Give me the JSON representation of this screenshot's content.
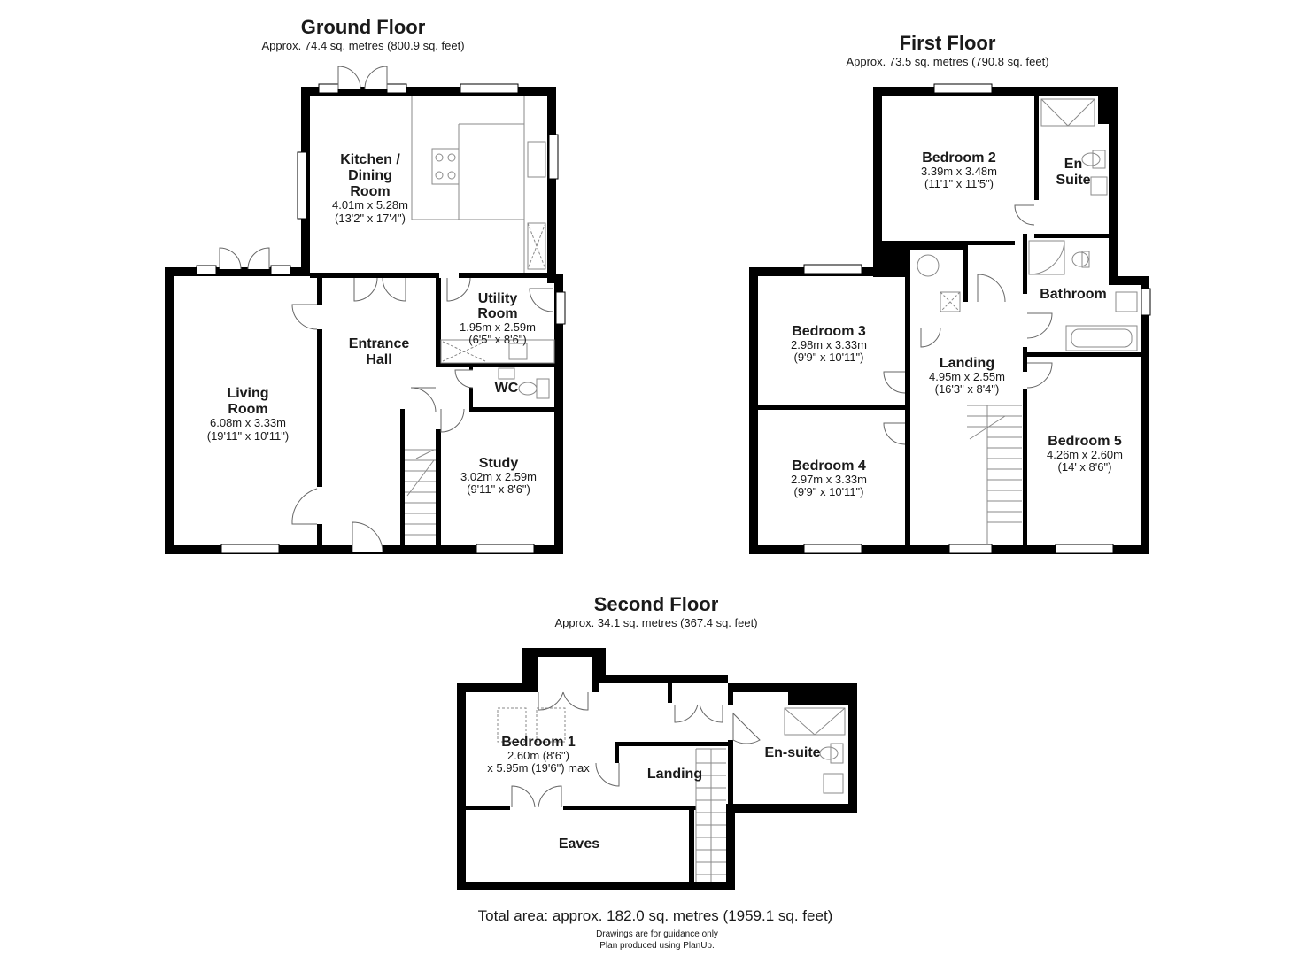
{
  "floors": {
    "ground": {
      "title": "Ground Floor",
      "area": "Approx. 74.4 sq. metres (800.9 sq. feet)",
      "rooms": {
        "kitchen": {
          "name1": "Kitchen /",
          "name2": "Dining",
          "name3": "Room",
          "dim": "4.01m x 5.28m",
          "imp": "(13'2\" x 17'4\")"
        },
        "living": {
          "name1": "Living",
          "name2": "Room",
          "dim": "6.08m x 3.33m",
          "imp": "(19'11\" x 10'11\")"
        },
        "entrance": {
          "name1": "Entrance",
          "name2": "Hall"
        },
        "utility": {
          "name1": "Utility",
          "name2": "Room",
          "dim": "1.95m x 2.59m",
          "imp": "(6'5\" x 8'6\")"
        },
        "wc": {
          "name": "WC"
        },
        "study": {
          "name": "Study",
          "dim": "3.02m x 2.59m",
          "imp": "(9'11\" x 8'6\")"
        }
      }
    },
    "first": {
      "title": "First Floor",
      "area": "Approx. 73.5 sq. metres (790.8 sq. feet)",
      "rooms": {
        "bed2": {
          "name": "Bedroom 2",
          "dim": "3.39m x 3.48m",
          "imp": "(11'1\" x 11'5\")"
        },
        "ensuite": {
          "name1": "En",
          "name2": "Suite"
        },
        "bathroom": {
          "name": "Bathroom"
        },
        "bed3": {
          "name": "Bedroom 3",
          "dim": "2.98m x 3.33m",
          "imp": "(9'9\" x 10'11\")"
        },
        "landing": {
          "name": "Landing",
          "dim": "4.95m x 2.55m",
          "imp": "(16'3\" x 8'4\")"
        },
        "bed4": {
          "name": "Bedroom 4",
          "dim": "2.97m x 3.33m",
          "imp": "(9'9\" x 10'11\")"
        },
        "bed5": {
          "name": "Bedroom 5",
          "dim": "4.26m x 2.60m",
          "imp": "(14' x 8'6\")"
        }
      }
    },
    "second": {
      "title": "Second Floor",
      "area": "Approx. 34.1 sq. metres (367.4 sq. feet)",
      "rooms": {
        "bed1": {
          "name": "Bedroom 1",
          "dim1": "2.60m (8'6\")",
          "dim2": "x 5.95m (19'6\") max"
        },
        "landing": {
          "name": "Landing"
        },
        "ensuite": {
          "name": "En-suite"
        },
        "eaves": {
          "name": "Eaves"
        }
      }
    }
  },
  "total": "Total area: approx. 182.0 sq. metres (1959.1 sq. feet)",
  "notes": {
    "line1": "Drawings are for guidance only",
    "line2": "Plan produced using PlanUp."
  }
}
